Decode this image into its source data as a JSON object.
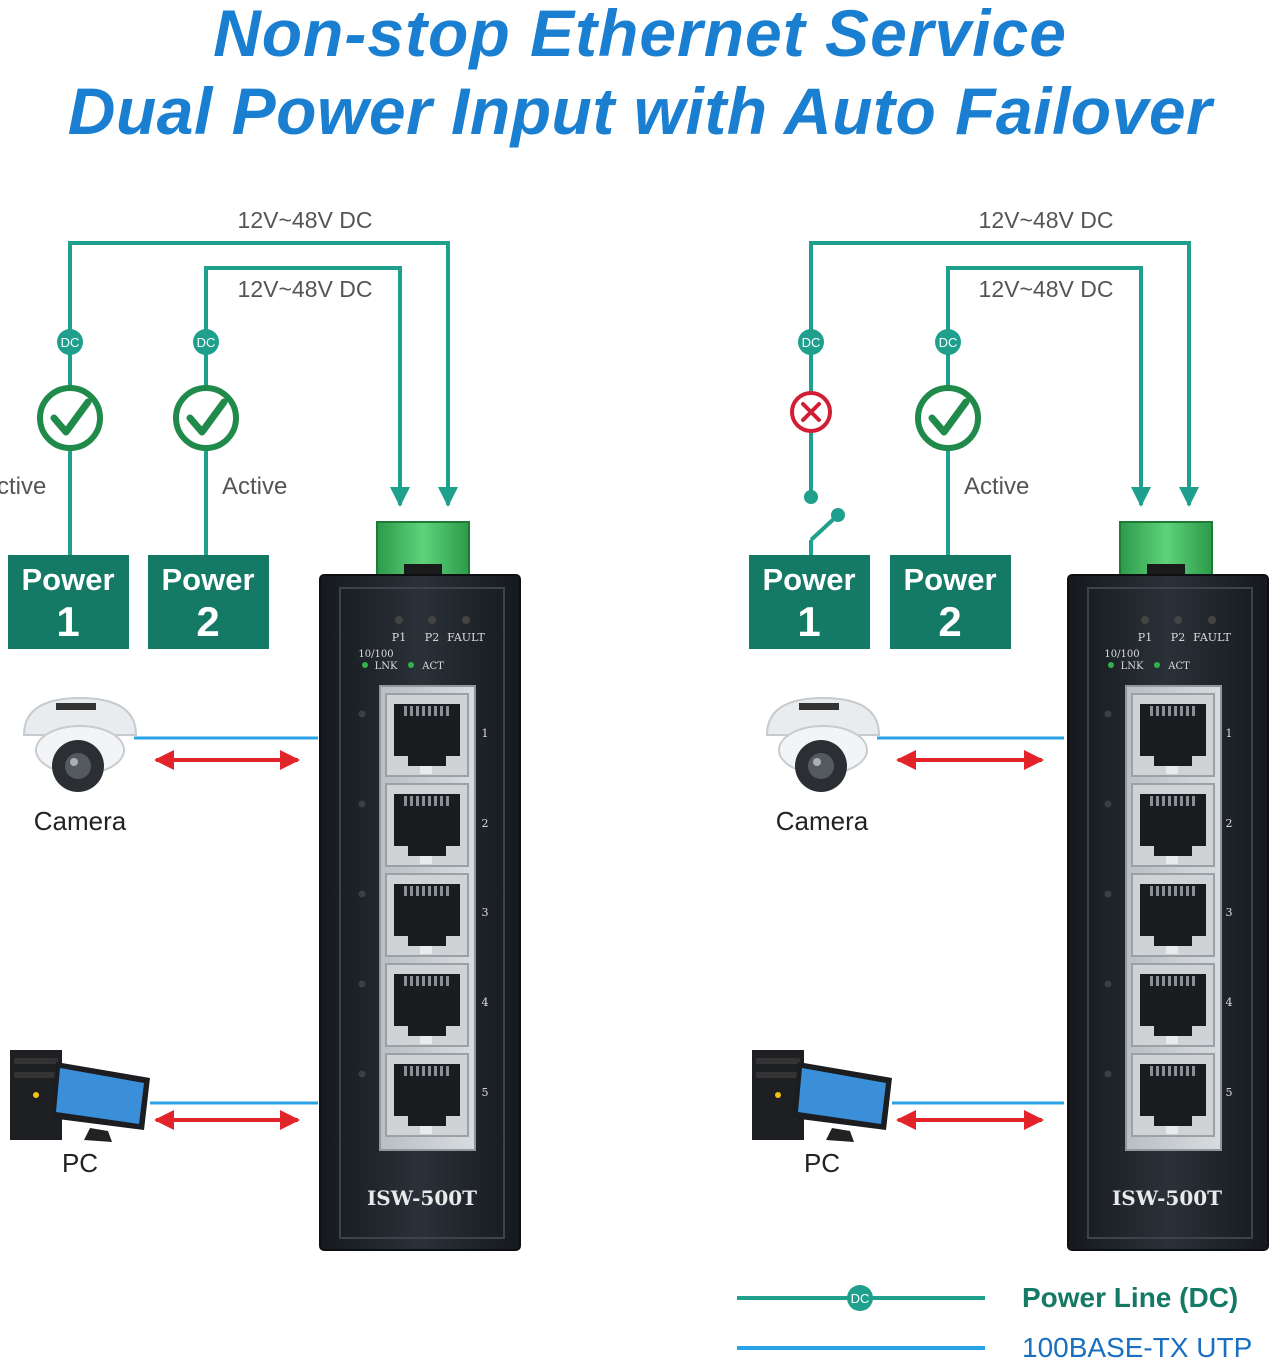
{
  "title": {
    "line1": "Non-stop Ethernet Service",
    "line2": "Dual Power Input with Auto Failover"
  },
  "panels": [
    {
      "voltage_outer": "12V~48V DC",
      "voltage_inner": "12V~48V DC",
      "power1": {
        "label": "Power",
        "number": "1",
        "status_text": "ctive",
        "status": "active"
      },
      "power2": {
        "label": "Power",
        "number": "2",
        "status_text": "Active",
        "status": "active"
      },
      "dc_badge": "DC",
      "camera_label": "Camera",
      "pc_label": "PC",
      "switch": {
        "model": "ISW-500T",
        "led_labels": [
          "P1",
          "P2",
          "FAULT"
        ],
        "port_legend": [
          "10/100",
          "LNK",
          "ACT"
        ],
        "port_numbers": [
          "1",
          "2",
          "3",
          "4",
          "5"
        ]
      }
    },
    {
      "voltage_outer": "12V~48V DC",
      "voltage_inner": "12V~48V DC",
      "power1": {
        "label": "Power",
        "number": "1",
        "status_text": "",
        "status": "failed"
      },
      "power2": {
        "label": "Power",
        "number": "2",
        "status_text": "Active",
        "status": "active"
      },
      "dc_badge": "DC",
      "camera_label": "Camera",
      "pc_label": "PC",
      "switch": {
        "model": "ISW-500T",
        "led_labels": [
          "P1",
          "P2",
          "FAULT"
        ],
        "port_legend": [
          "10/100",
          "LNK",
          "ACT"
        ],
        "port_numbers": [
          "1",
          "2",
          "3",
          "4",
          "5"
        ]
      }
    }
  ],
  "legend": {
    "power_line": "Power Line (DC)",
    "utp_line": "100BASE-TX UTP",
    "dc_badge": "DC"
  },
  "colors": {
    "title": "#1a7fd0",
    "power_line": "#1fa08c",
    "utp_line": "#2aa3e6",
    "power_box": "#147a66",
    "check": "#1f8a4a",
    "fail": "#d01f35",
    "arrow": "#e0242a",
    "switch_body": "#1f252b",
    "legend_text": "#147a66",
    "utp_text": "#1a6fc0"
  }
}
